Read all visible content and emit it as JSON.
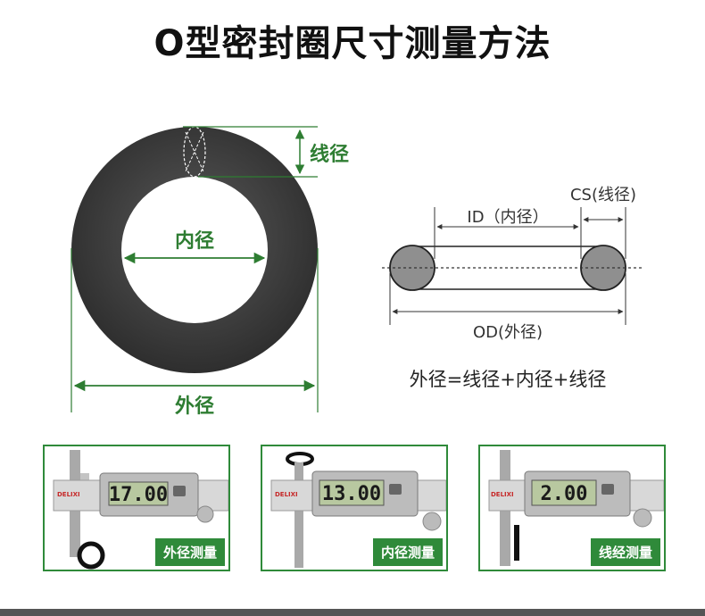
{
  "title": "O型密封圈尺寸测量方法",
  "ring_labels": {
    "cs": "线径",
    "id": "内径",
    "od": "外径"
  },
  "cross_section": {
    "cs_label": "CS(线径)",
    "id_label": "ID（内径）",
    "od_label": "OD(外径)"
  },
  "formula": "外径=线径+内径+线径",
  "photos": [
    {
      "caption": "外径测量",
      "display": "17.00",
      "brand": "DELIXI"
    },
    {
      "caption": "内径测量",
      "display": "13.00",
      "brand": "DELIXI"
    },
    {
      "caption": "线经测量",
      "display": "2.00",
      "brand": "DELIXI"
    }
  ],
  "colors": {
    "accent_green": "#2e7d32",
    "ring": "#3a3a3a",
    "caption_bg": "#2f8a3a"
  }
}
